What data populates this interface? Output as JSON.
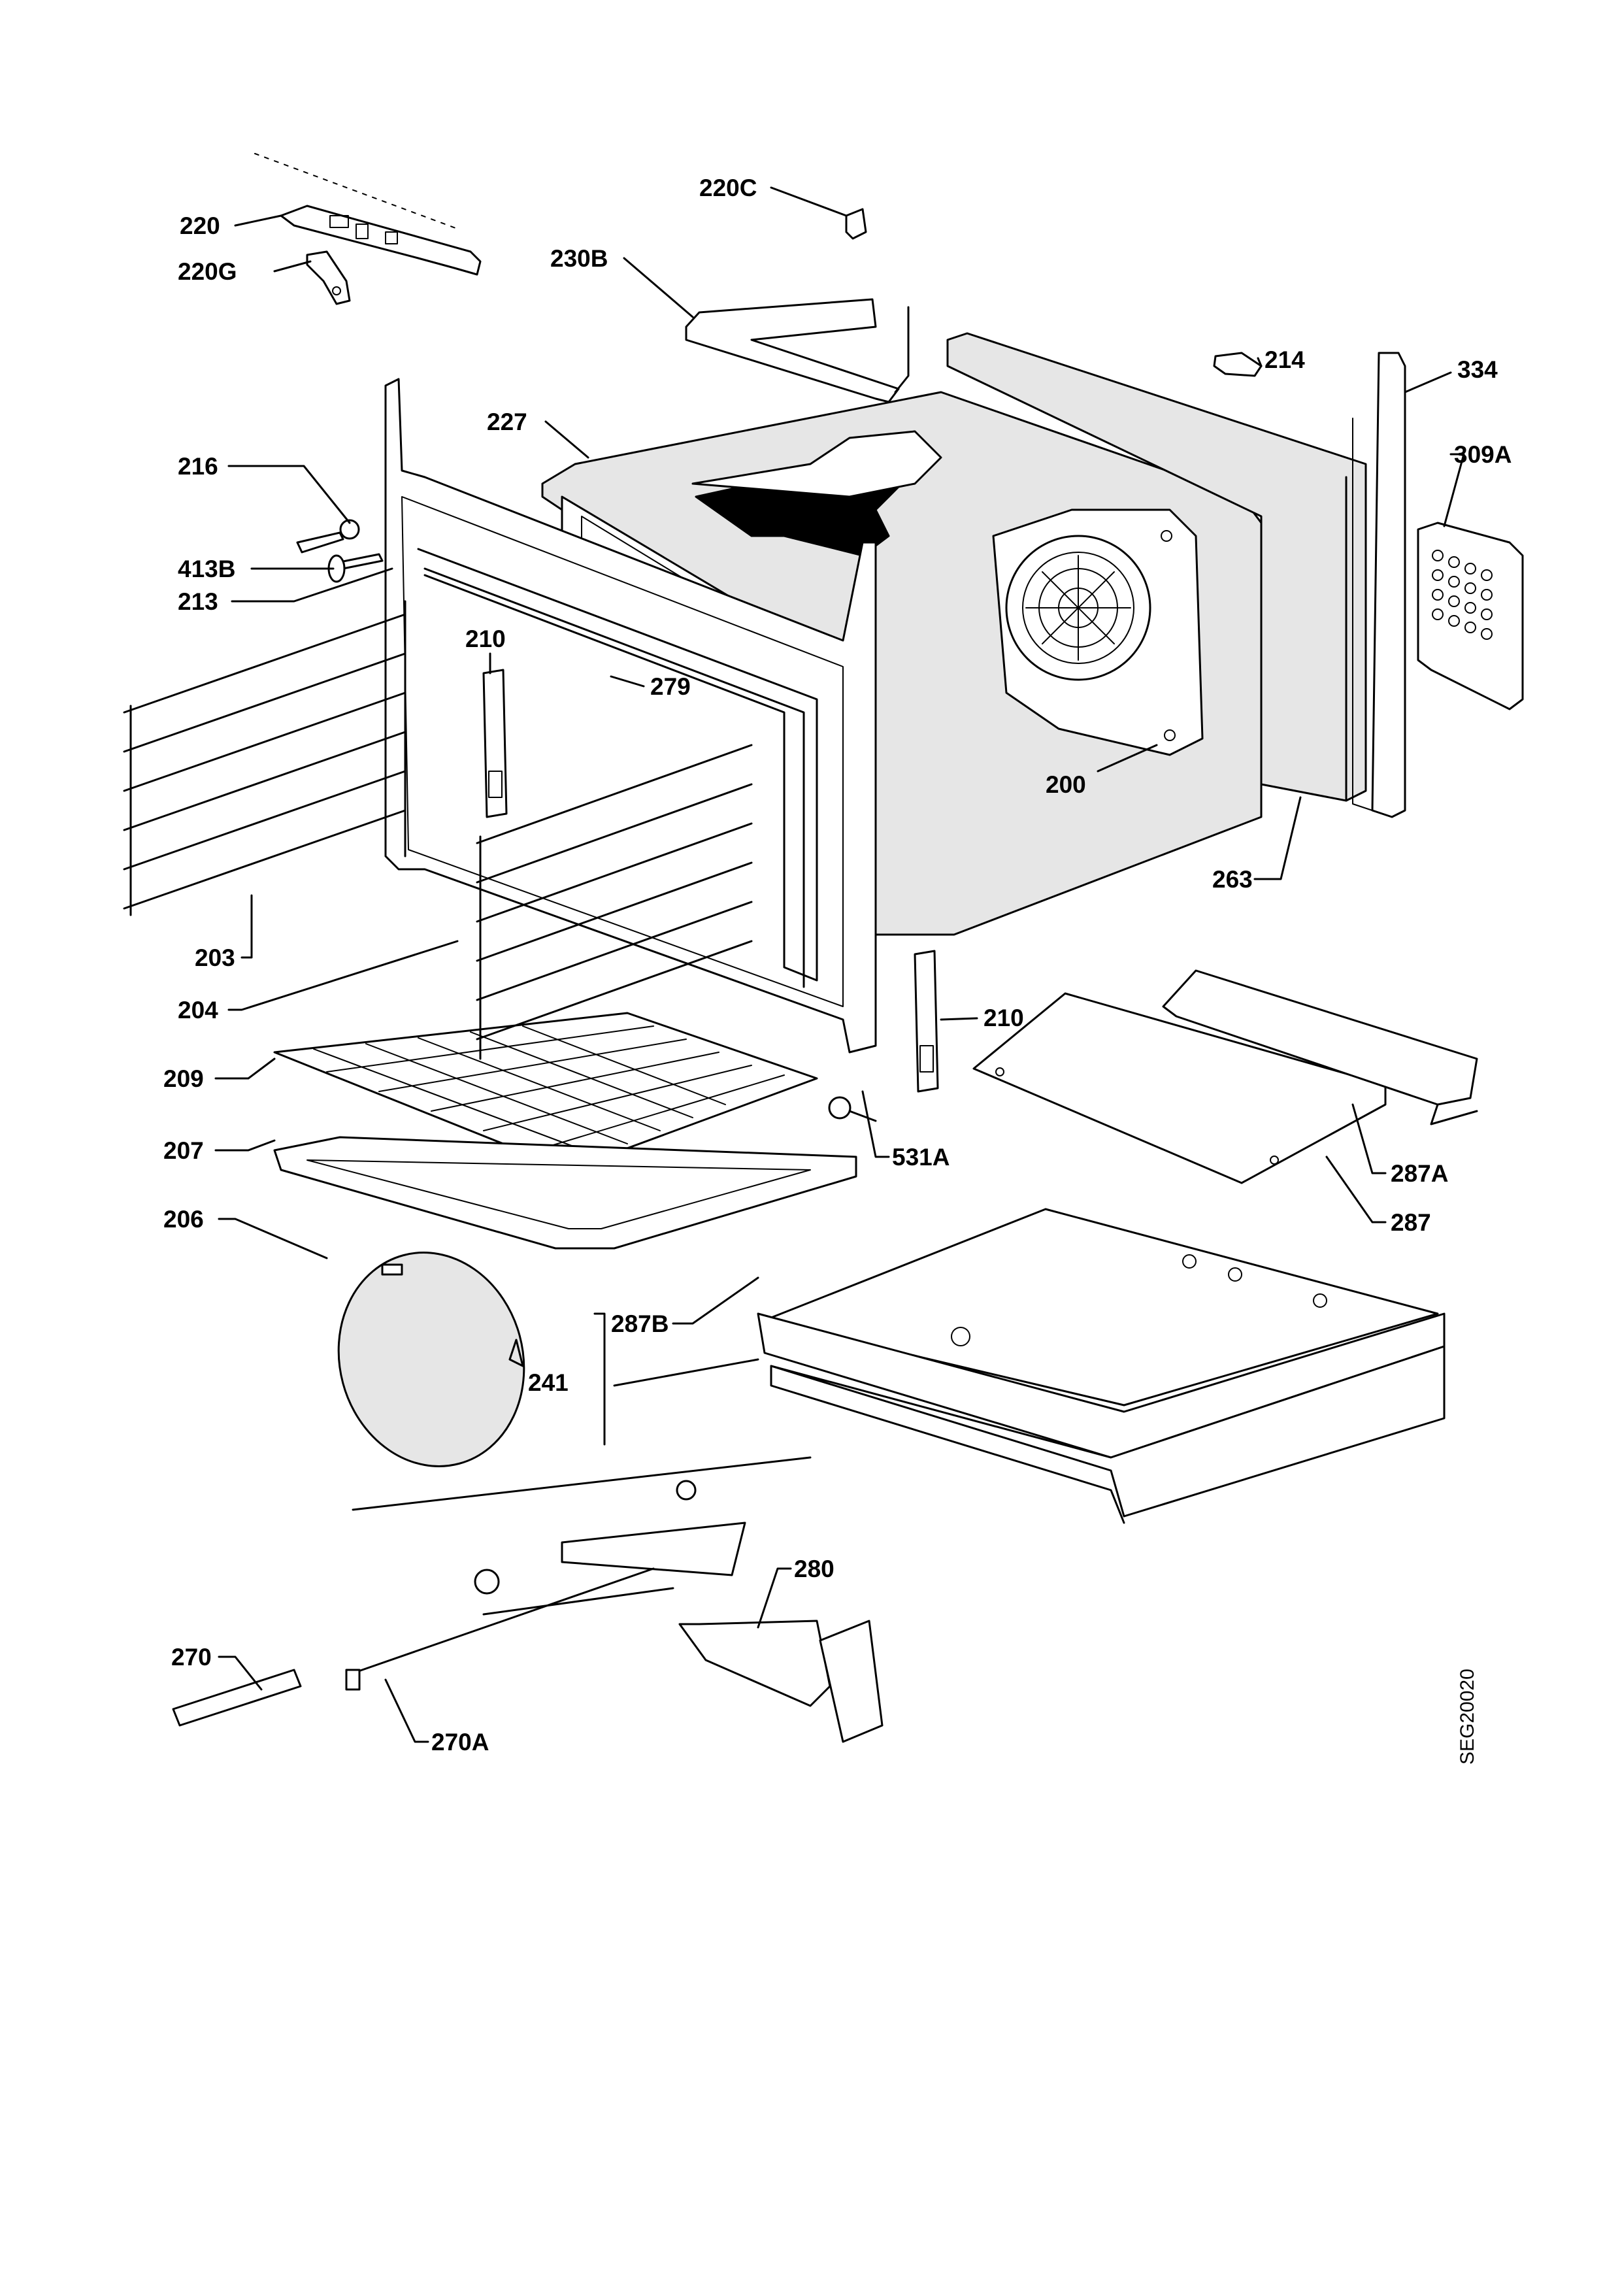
{
  "diagram": {
    "code": "SEG20020",
    "labels": {
      "220": "220",
      "220C": "220C",
      "220G": "220G",
      "230B": "230B",
      "214": "214",
      "334": "334",
      "227": "227",
      "216": "216",
      "309A": "309A",
      "413B": "413B",
      "213": "213",
      "210a": "210",
      "279": "279",
      "200": "200",
      "263": "263",
      "203": "203",
      "204": "204",
      "210b": "210",
      "209": "209",
      "531A": "531A",
      "287A": "287A",
      "207": "207",
      "287": "287",
      "206": "206",
      "287B": "287B",
      "241": "241",
      "280": "280",
      "270": "270",
      "270A": "270A"
    }
  }
}
